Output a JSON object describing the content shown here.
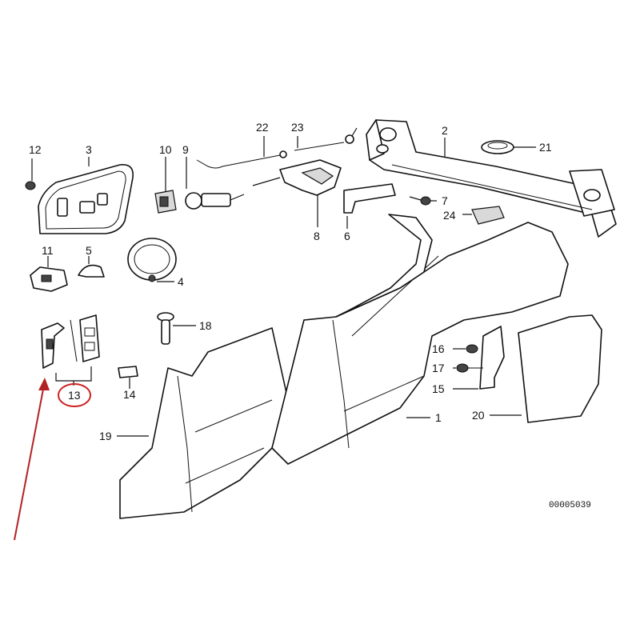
{
  "labels": {
    "p1": "1",
    "p2": "2",
    "p3": "3",
    "p4": "4",
    "p5": "5",
    "p6": "6",
    "p7": "7",
    "p8": "8",
    "p9": "9",
    "p10": "10",
    "p11": "11",
    "p12": "12",
    "p13": "13",
    "p14": "14",
    "p15": "15",
    "p16": "16",
    "p17": "17",
    "p18": "18",
    "p19": "19",
    "p20": "20",
    "p21": "21",
    "p22": "22",
    "p23": "23",
    "p24": "24"
  },
  "diagram_code": "00005039",
  "highlight": {
    "part": "13",
    "circle_color": "#cc2222",
    "arrow_color": "#b22222"
  }
}
